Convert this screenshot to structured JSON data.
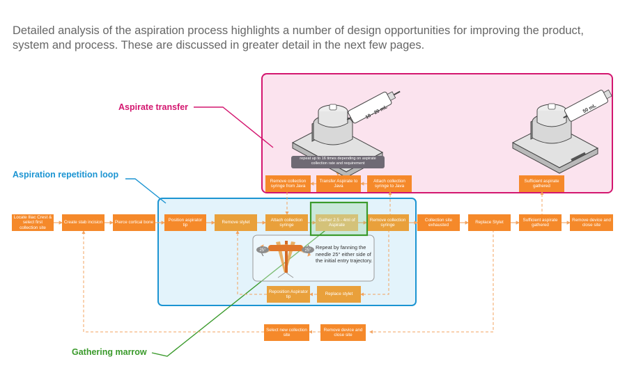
{
  "intro_text": "Detailed analysis of the aspiration process highlights a number of design opportunities for improving the product, system and process. These are discussed in greater detail in the next few pages.",
  "labels": {
    "aspirate_transfer": "Aspirate transfer",
    "repetition_loop": "Aspiration repetition loop",
    "gathering_marrow": "Gathering marrow"
  },
  "colors": {
    "node_orange": "#f5892a",
    "node_amber": "#e9a03b",
    "connector": "#f3a35f",
    "aspirate_transfer": "#d3166f",
    "repetition_loop": "#1b94d2",
    "gathering_marrow": "#3a9a2b"
  },
  "main_flow": [
    "Locate Iliac Crest & select first collection site",
    "Create stab incision",
    "Pierce cortical bone",
    "Position aspirator tip",
    "Remove stylet",
    "Attach collection syringe",
    "Gather 2.5 - 4ml of Aspirate",
    "Remove collection syringe",
    "Collection site exhausted",
    "Replace Stylet",
    "Sufficient aspirate gathered",
    "Remove device and close site"
  ],
  "transfer_flow": [
    "Remove collection syringe from Java",
    "Transfer Aspirate to Java",
    "Attach collection syringe to Java",
    "Sufficient aspirate gathered"
  ],
  "loop_flow": [
    "Reposition Aspirator tip",
    "Replace stylet"
  ],
  "bottom_flow": [
    "Select new collection site",
    "Remove device and close site"
  ],
  "device": {
    "syringe_small": "10 - 20 mL",
    "syringe_large": "50 mL",
    "repeat_note": "repeat up to 16 times depending on aspirate collection rate and requirement"
  },
  "fan": {
    "angle_left": "25°",
    "angle_right": "25°",
    "note": "Repeat by fanning the needle 25° either side of the initial entry trajectory."
  }
}
